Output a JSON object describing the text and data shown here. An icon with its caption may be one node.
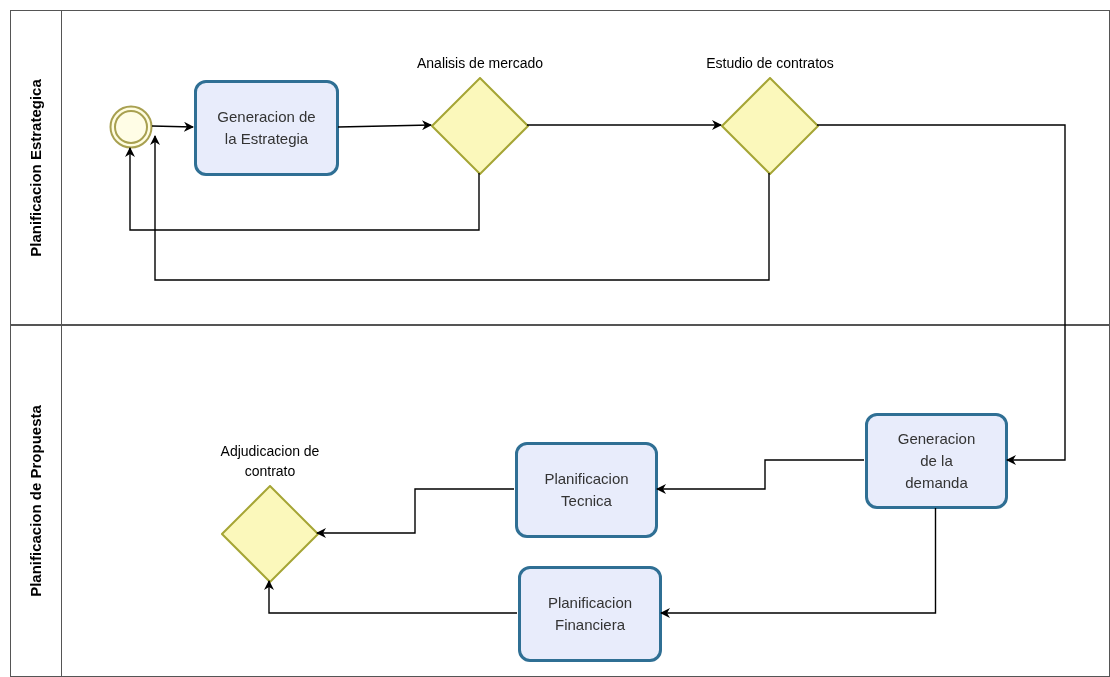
{
  "diagram": {
    "nodes": [
      {
        "text": [
          "Planificacion Estrategica"
        ]
      },
      {
        "text": [
          "Planificacion de Propuesta"
        ]
      },
      {
        "text": [],
        "shape": "circle",
        "in": 0
      },
      {
        "text": [
          "Generacion de la Estrategia"
        ],
        "in": 0
      },
      {
        "text": [
          "Analisis de mercado"
        ],
        "in": 0
      },
      {
        "text": [
          "Estudio de contratos"
        ],
        "in": 0
      },
      {
        "text": [
          "Generacion de la demanda"
        ],
        "in": 1
      },
      {
        "text": [
          "Planificacion Tecnica"
        ],
        "in": 1
      },
      {
        "text": [
          "Planificacion Financiera"
        ],
        "in": 1
      },
      {
        "text": [
          "Adjudicacion de contrato"
        ],
        "in": 1
      }
    ],
    "edges": [
      {
        "from": 2,
        "to": 3,
        "arrow": "to"
      },
      {
        "from": 3,
        "to": 4,
        "arrow": "to"
      },
      {
        "from": 4,
        "to": 5,
        "arrow": "to"
      },
      {
        "from": 4,
        "to": 2,
        "arrow": "to"
      },
      {
        "from": 5,
        "to": 2,
        "arrow": "to"
      },
      {
        "from": 5,
        "to": 6,
        "arrow": "to"
      },
      {
        "from": 6,
        "to": 7,
        "arrow": "to"
      },
      {
        "from": 6,
        "to": 8,
        "arrow": "to"
      },
      {
        "from": 7,
        "to": 9,
        "arrow": "to"
      },
      {
        "from": 8,
        "to": 9,
        "arrow": "to"
      }
    ]
  }
}
